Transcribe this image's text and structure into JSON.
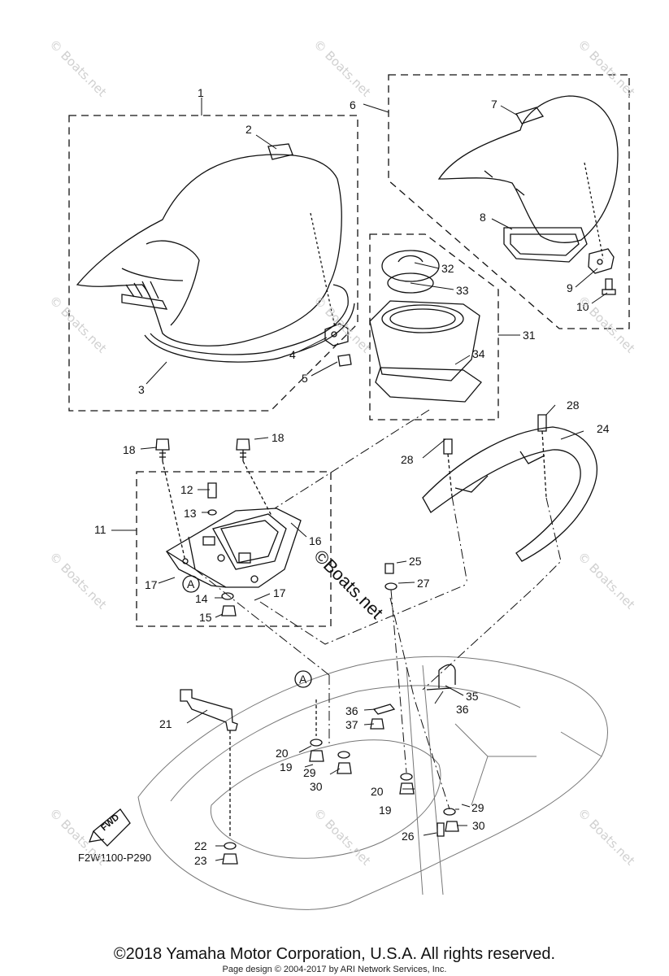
{
  "diagram": {
    "figure_code": "F2W1100-P290",
    "fwd_label": "FWD",
    "center_watermark": "©Boats.net",
    "corner_watermark": "© Boats.net",
    "reference_marker": "A",
    "callouts": [
      "1",
      "2",
      "3",
      "4",
      "5",
      "6",
      "7",
      "8",
      "9",
      "10",
      "11",
      "12",
      "13",
      "14",
      "15",
      "16",
      "17",
      "18",
      "19",
      "20",
      "21",
      "22",
      "23",
      "24",
      "25",
      "26",
      "27",
      "28",
      "29",
      "30",
      "31",
      "32",
      "33",
      "34",
      "35",
      "36",
      "37"
    ]
  },
  "footer": {
    "copyright": "©2018 Yamaha Motor Corporation, U.S.A. All rights reserved.",
    "page_design": "Page design © 2004-2017 by ARI Network Services, Inc."
  }
}
